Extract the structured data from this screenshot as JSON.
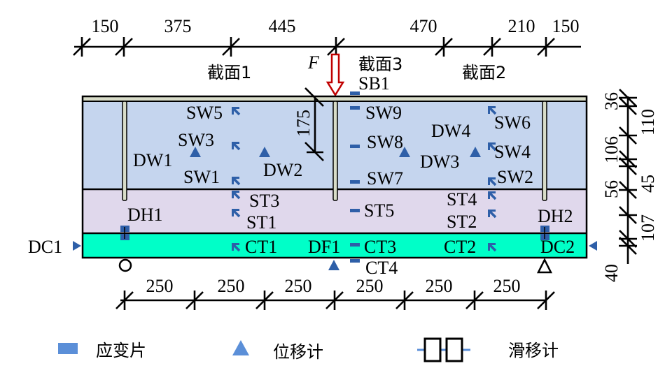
{
  "figure": {
    "colors": {
      "web_layer": "#c5d5ee",
      "ribs_layer": "#e0d8ec",
      "bottom_layer": "#00ffc8",
      "top_plate": "#d8dcc8",
      "sensor": "#2e5fa8",
      "load_arrow": "#c00000",
      "legend_sensor": "#5b8fd8"
    },
    "top_dimensions": [
      "150",
      "375",
      "445",
      "470",
      "210",
      "150"
    ],
    "bottom_dimensions": [
      "250",
      "250",
      "250",
      "250",
      "250",
      "250"
    ],
    "right_dimensions_left": [
      "36",
      "106",
      "56",
      "40"
    ],
    "right_dimensions_right": [
      "110",
      "45",
      "107"
    ],
    "section_dim": "175",
    "load_label": "F",
    "sections": {
      "s1": "截面1",
      "s2": "截面2",
      "s3": "截面3"
    },
    "strain_gauge_labels": {
      "SB1": "SB1",
      "SW1": "SW1",
      "SW2": "SW2",
      "SW3": "SW3",
      "SW4": "SW4",
      "SW5": "SW5",
      "SW6": "SW6",
      "SW7": "SW7",
      "SW8": "SW8",
      "SW9": "SW9",
      "ST1": "ST1",
      "ST2": "ST2",
      "ST3": "ST3",
      "ST4": "ST4",
      "ST5": "ST5",
      "CT1": "CT1",
      "CT2": "CT2",
      "CT3": "CT3",
      "CT4": "CT4"
    },
    "displacement_labels": {
      "DW1": "DW1",
      "DW2": "DW2",
      "DW3": "DW3",
      "DW4": "DW4",
      "DF1": "DF1",
      "DC1": "DC1",
      "DC2": "DC2"
    },
    "slip_labels": {
      "DH1": "DH1",
      "DH2": "DH2"
    }
  },
  "legend": {
    "items": [
      {
        "icon": "strain-gauge-icon",
        "label": "应变片"
      },
      {
        "icon": "displacement-meter-icon",
        "label": "位移计"
      },
      {
        "icon": "slip-meter-icon",
        "label": "滑移计"
      }
    ]
  }
}
